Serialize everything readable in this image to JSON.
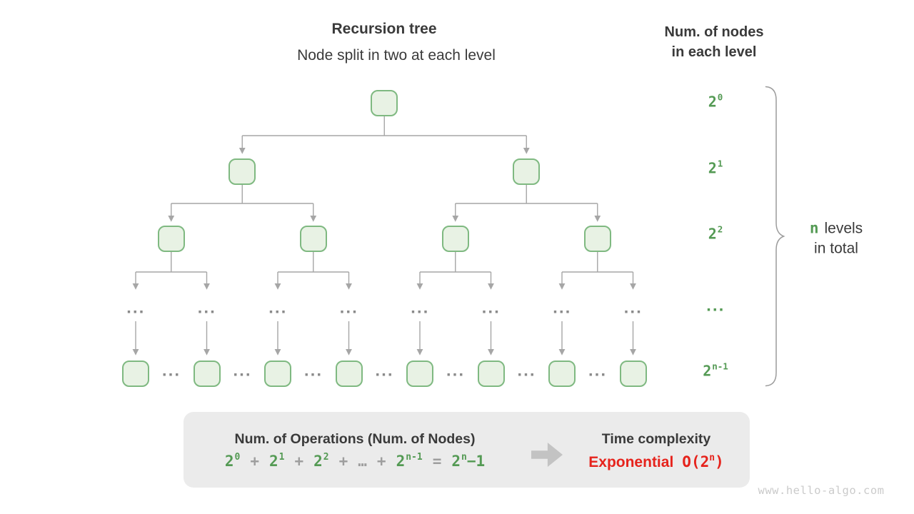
{
  "header": {
    "title": "Recursion tree",
    "subtitle": "Node split in two at each level"
  },
  "right_panel": {
    "heading_line1": "Num. of nodes",
    "heading_line2": "in each level",
    "levels": [
      {
        "base": "2",
        "sup": "0"
      },
      {
        "base": "2",
        "sup": "1"
      },
      {
        "base": "2",
        "sup": "2"
      },
      {
        "dots": "..."
      },
      {
        "base": "2",
        "sup": "n-1"
      }
    ],
    "brace_label": {
      "n": "n",
      "levels": "levels",
      "line2": "in total"
    }
  },
  "tree": {
    "ellipsis": "..."
  },
  "summary_box": {
    "operations_title": "Num. of Operations (Num. of Nodes)",
    "formula": [
      {
        "base": "2",
        "sup": "0"
      },
      {
        "op": "+"
      },
      {
        "base": "2",
        "sup": "1"
      },
      {
        "op": "+"
      },
      {
        "base": "2",
        "sup": "2"
      },
      {
        "op": "+"
      },
      {
        "op": "…"
      },
      {
        "op": "+"
      },
      {
        "base": "2",
        "sup": "n-1"
      },
      {
        "op": "="
      },
      {
        "base": "2",
        "sup": "n",
        "tail": "−1"
      }
    ],
    "time_title": "Time complexity",
    "complexity_label": "Exponential",
    "complexity_value": {
      "base": "O(2",
      "sup": "n",
      "close": ")"
    }
  },
  "watermark": "www.hello-algo.com",
  "colors": {
    "accent_green": "#549a54",
    "node_fill": "#e8f2e4",
    "node_border": "#7fb981",
    "highlight_red": "#e6231c",
    "box_background": "#ebebeb",
    "connector_gray": "#a6a6a6"
  }
}
